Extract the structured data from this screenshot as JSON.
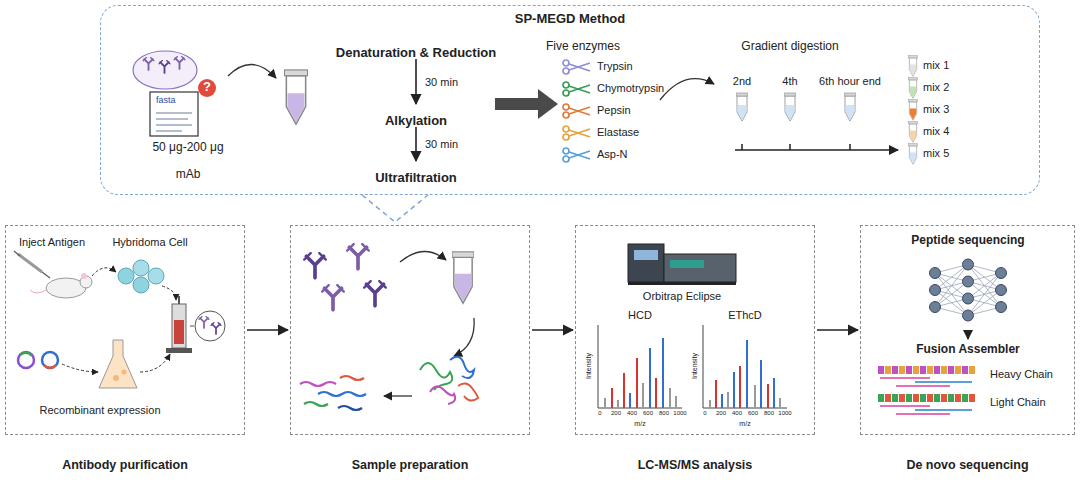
{
  "diagram": {
    "nodes": [
      {
        "text": [
          "SP-MEGD Method"
        ]
      },
      {
        "text": [
          "Denaturation & Reduction"
        ],
        "in": 0
      },
      {
        "text": [
          "Alkylation"
        ],
        "in": 0
      },
      {
        "text": [
          "Ultrafiltration"
        ],
        "in": 0
      },
      {
        "text": [
          "Antibody purification"
        ]
      },
      {
        "text": [
          "Sample preparation"
        ]
      },
      {
        "text": [
          "LC-MS/MS analysis"
        ]
      },
      {
        "text": [
          "De novo sequencing"
        ]
      }
    ],
    "edges": [
      {
        "from": 1,
        "to": 2,
        "label": "30 min",
        "arrow": "to"
      },
      {
        "from": 2,
        "to": 3,
        "label": "30 min",
        "arrow": "to"
      },
      {
        "from": 4,
        "to": 5,
        "arrow": "to"
      },
      {
        "from": 5,
        "to": 6,
        "arrow": "to"
      },
      {
        "from": 6,
        "to": 7,
        "arrow": "to"
      }
    ],
    "labels": [
      "fasta",
      "?",
      "50 μg-200 μg",
      "mAb",
      "Five enzymes",
      "Trypsin",
      "Chymotrypsin",
      "Pepsin",
      "Elastase",
      "Asp-N",
      "Gradient digestion",
      "2nd",
      "4th",
      "6th hour end",
      "mix 1",
      "mix 2",
      "mix 3",
      "mix 4",
      "mix 5",
      "Inject Antigen",
      "Hybridoma Cell",
      "Recombinant expression",
      "Orbitrap Eclipse",
      "HCD",
      "EThcD",
      "Intensity",
      "m/z",
      "0",
      "200",
      "400",
      "600",
      "800",
      "1000",
      "Intensity",
      "m/z",
      "0",
      "200",
      "400",
      "600",
      "800",
      "1000",
      "Peptide sequencing",
      "Fusion Assembler",
      "Heavy Chain",
      "Light Chain"
    ]
  }
}
